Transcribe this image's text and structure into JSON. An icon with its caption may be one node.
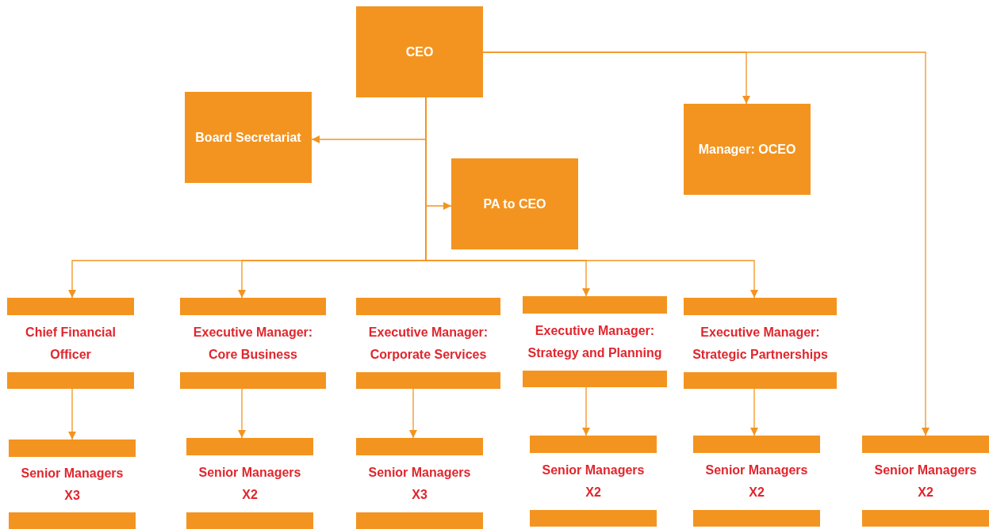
{
  "diagram": {
    "nodes": [
      {
        "text": [
          "CEO"
        ]
      },
      {
        "text": [
          "Board Secretariat"
        ]
      },
      {
        "text": [
          "Manager: OCEO"
        ]
      },
      {
        "text": [
          "PA to CEO"
        ]
      },
      {
        "text": [
          "Chief Financial Officer"
        ]
      },
      {
        "text": [
          "Executive Manager: Core Business"
        ]
      },
      {
        "text": [
          "Executive  Manager: Corporate Services"
        ]
      },
      {
        "text": [
          "Executive Manager: Strategy and Planning"
        ]
      },
      {
        "text": [
          "Executive Manager: Strategic Partnerships"
        ]
      },
      {
        "text": [
          "Senior Managers",
          "X3"
        ]
      },
      {
        "text": [
          "Senior Managers",
          "X2"
        ]
      },
      {
        "text": [
          "Senior Managers",
          "X3"
        ]
      },
      {
        "text": [
          "Senior Managers",
          "X2"
        ]
      },
      {
        "text": [
          "Senior Managers",
          "X2"
        ]
      },
      {
        "text": [
          "Senior Managers",
          "X2"
        ]
      }
    ],
    "edges": [
      {
        "from": 0,
        "to": 1,
        "arrow": "to"
      },
      {
        "from": 0,
        "to": 3,
        "arrow": "to"
      },
      {
        "from": 0,
        "to": 2,
        "arrow": "to"
      },
      {
        "from": 0,
        "to": 14,
        "arrow": "to"
      },
      {
        "from": 0,
        "to": 4,
        "arrow": "to"
      },
      {
        "from": 0,
        "to": 5,
        "arrow": "to"
      },
      {
        "from": 0,
        "to": 7,
        "arrow": "to"
      },
      {
        "from": 0,
        "to": 8,
        "arrow": "to"
      },
      {
        "from": 4,
        "to": 9,
        "arrow": "to"
      },
      {
        "from": 5,
        "to": 10,
        "arrow": "to"
      },
      {
        "from": 6,
        "to": 11,
        "arrow": "to"
      },
      {
        "from": 7,
        "to": 12,
        "arrow": "to"
      },
      {
        "from": 8,
        "to": 13,
        "arrow": "to"
      }
    ]
  }
}
